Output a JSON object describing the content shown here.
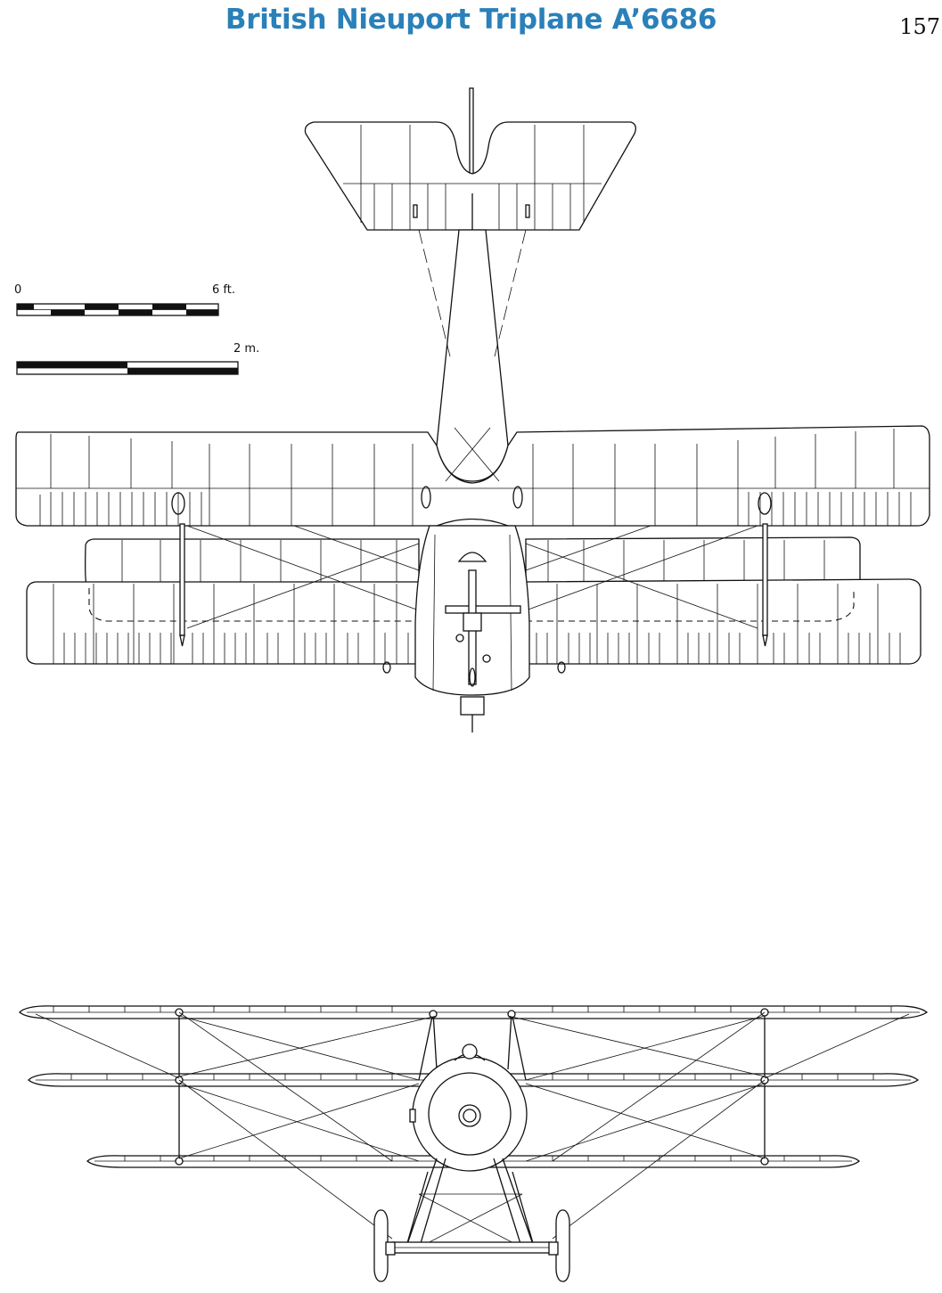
{
  "header": {
    "title": "British Nieuport Triplane A’6686",
    "page_number": "157"
  },
  "scale_bar": {
    "feet_start": "0",
    "feet_end": "6 ft.",
    "meters_end": "2 m."
  },
  "colors": {
    "title": "#2a80b9",
    "ink": "#111111"
  }
}
